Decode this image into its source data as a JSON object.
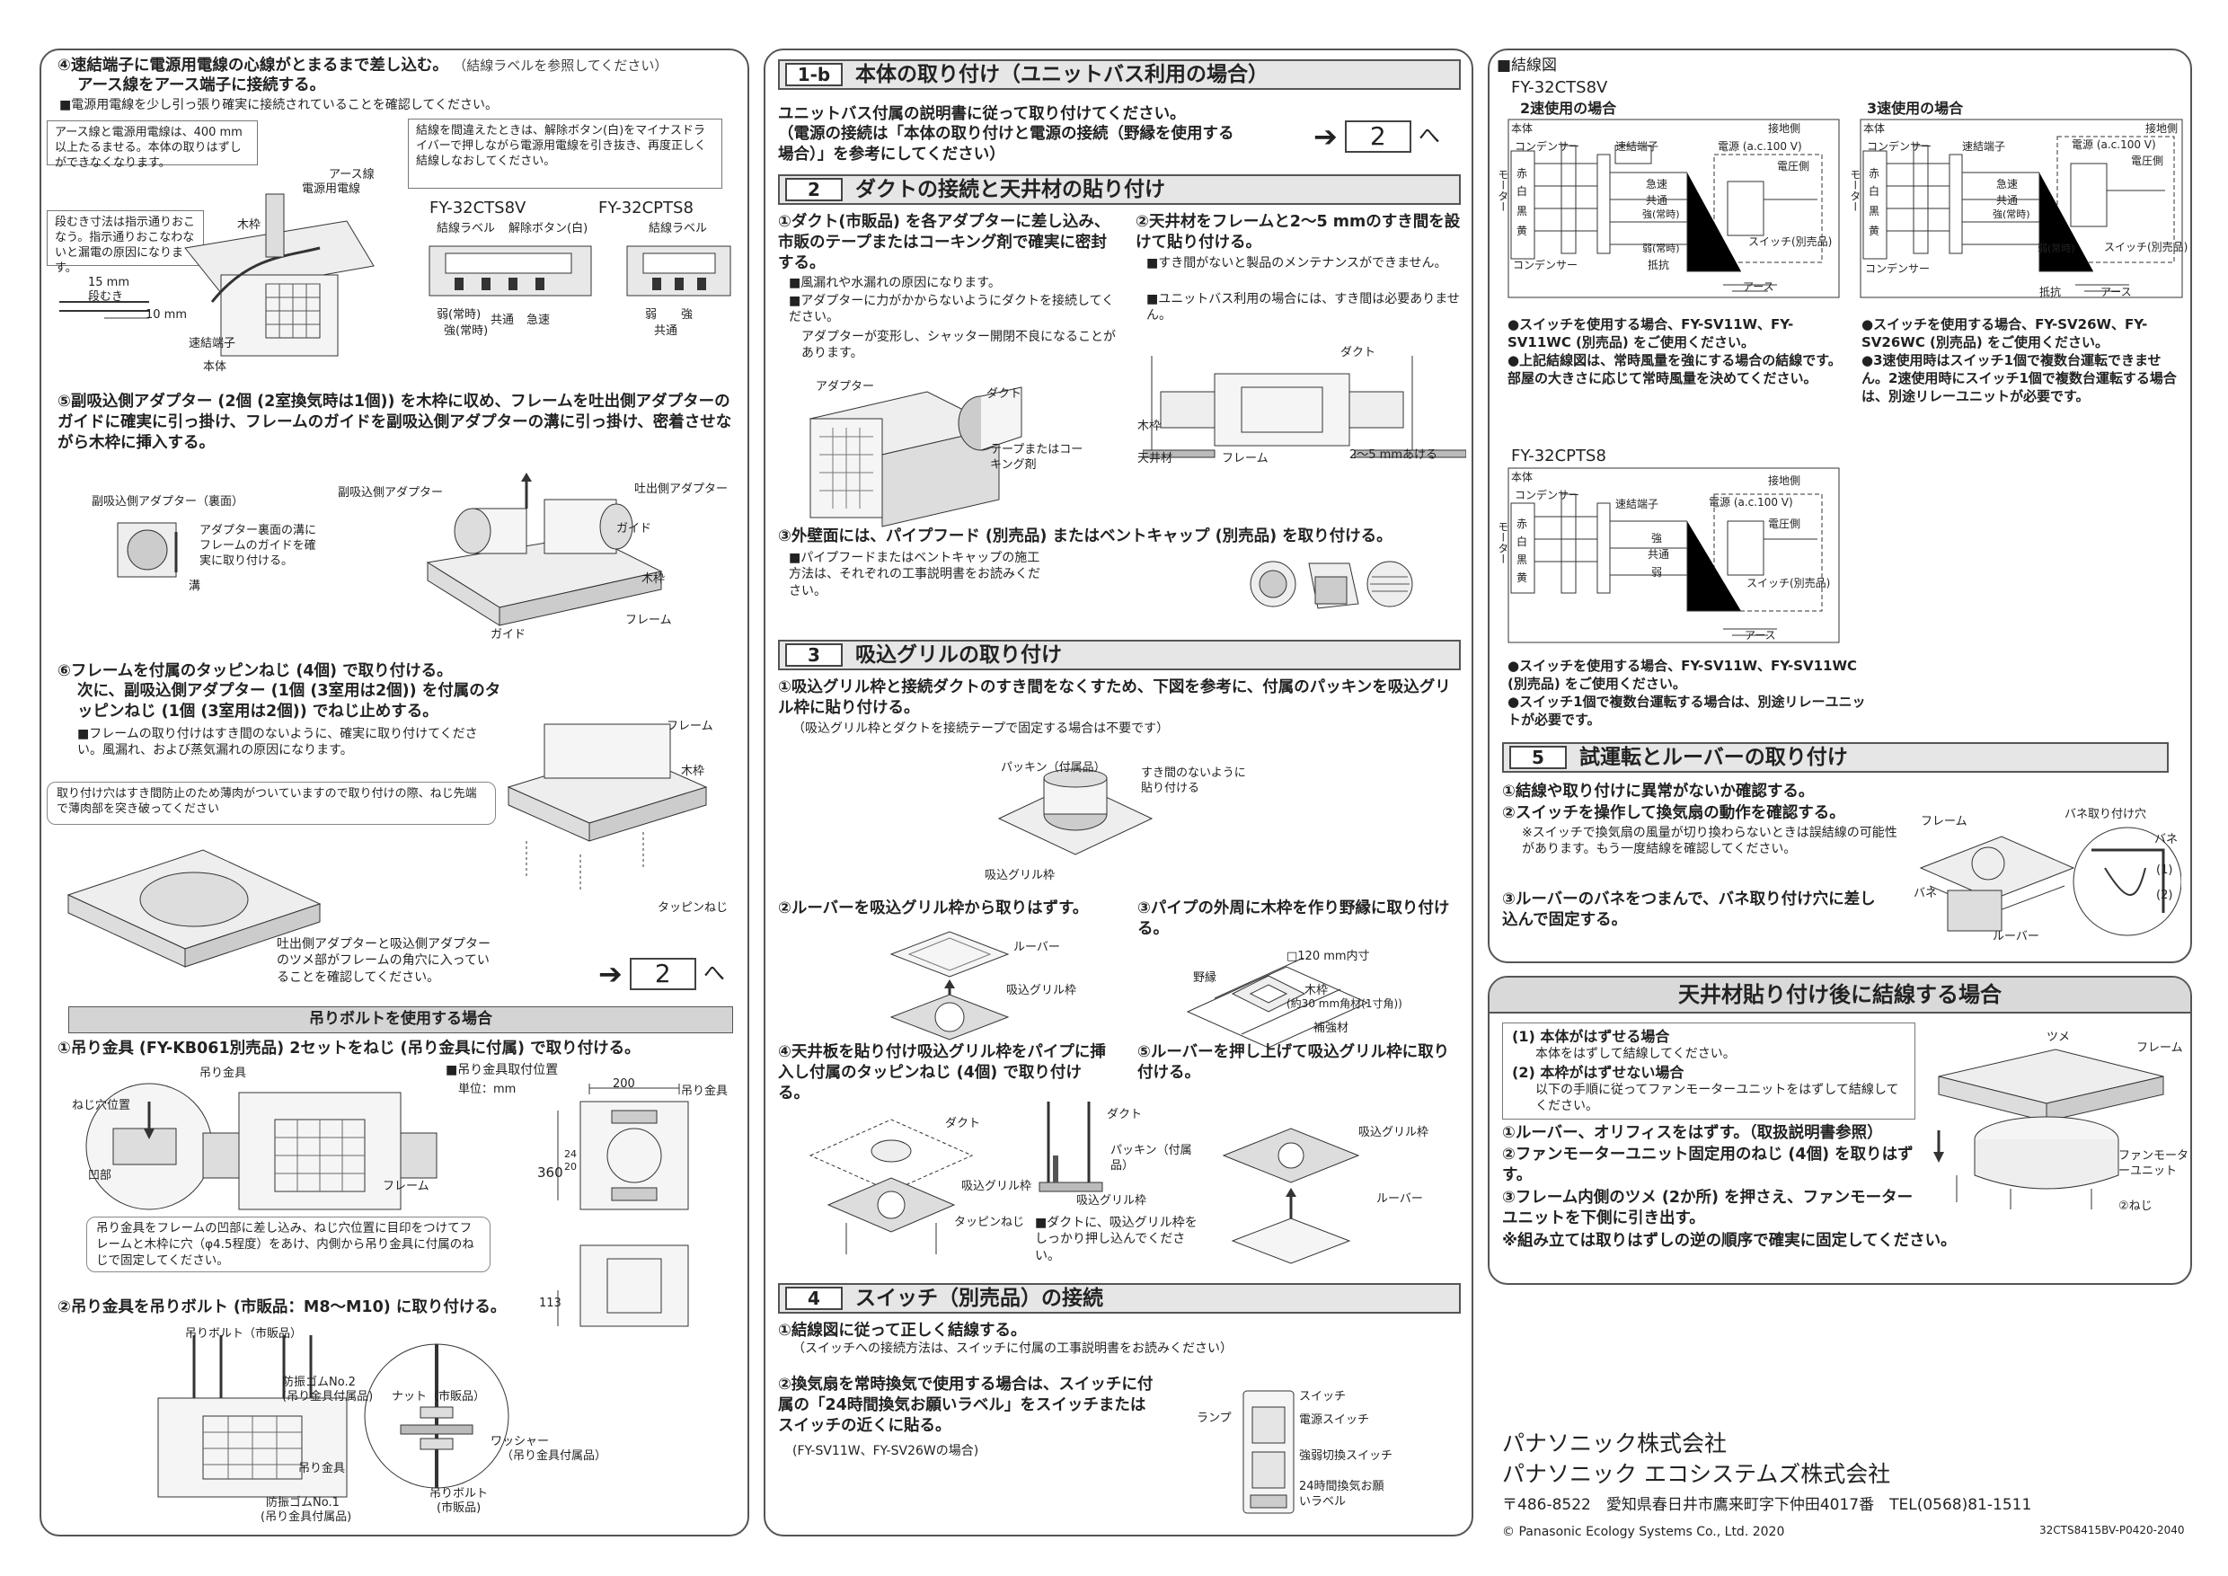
{
  "left": {
    "step4_line1": "④速結端子に電源用電線の心線がとまるまで差し込む。",
    "step4_ref": "（結線ラベルを参照してください）",
    "step4_line2": "アース線をアース端子に接続する。",
    "step4_note": "■電源用電線を少し引っ張り確実に接続されていることを確認してください。",
    "box_a": "アース線と電源用電線は、400 mm以上たるませる。本体の取りはずしができなくなります。",
    "box_b": "結線を間違えたときは、解除ボタン(白)をマイナスドライバーで押しながら電源用電線を引き抜き、再度正しく結線しなおしてください。",
    "box_c": "段むき寸法は指示通りおこなう。指示通りおこなわないと漏電の原因になります。",
    "lbl_earth": "アース線",
    "lbl_power": "電源用電線",
    "lbl_kiwaku": "木枠",
    "lbl_15mm": "15 mm",
    "lbl_danmuki": "段むき",
    "lbl_10mm": "10 mm",
    "lbl_sokketsu": "速結端子",
    "lbl_hontai": "本体",
    "model1": "FY-32CTS8V",
    "model2": "FY-32CPTS8",
    "lbl_label1": "結線ラベル",
    "lbl_release": "解除ボタン(白)",
    "lbl_label2": "結線ラベル",
    "lbl_weak_normal": "弱(常時)",
    "lbl_strong_normal": "強(常時)",
    "lbl_common": "共通",
    "lbl_rapid": "急速",
    "lbl_weak": "弱",
    "lbl_strong": "強",
    "lbl_common2": "共通",
    "step5": "⑤副吸込側アダプター (2個 (2室換気時は1個)) を木枠に収め、フレームを吐出側アダプターのガイドに確実に引っ掛け、フレームのガイドを副吸込側アダプターの溝に引っ掛け、密着させながら木枠に挿入する。",
    "lbl_sub_adapter": "副吸込側アダプター（裏面）",
    "lbl_sub_adapter_note": "アダプター裏面の溝にフレームのガイドを確実に取り付ける。",
    "lbl_mizo": "溝",
    "lbl_sub_adapter2": "副吸込側アダプター",
    "lbl_outlet_adapter": "吐出側アダプター",
    "lbl_guide": "ガイド",
    "lbl_kiwaku2": "木枠",
    "lbl_frame": "フレーム",
    "lbl_guide2": "ガイド",
    "step6_line1": "⑥フレームを付属のタッピンねじ (4個) で取り付ける。",
    "step6_line2": "次に、副吸込側アダプター (1個 (3室用は2個)) を付属のタッピンねじ (1個 (3室用は2個)) でねじ止めする。",
    "step6_note": "■フレームの取り付けはすき間のないように、確実に取り付けてください。風漏れ、および蒸気漏れの原因になります。",
    "step6_box": "取り付け穴はすき間防止のため薄肉がついていますので取り付けの際、ねじ先端で薄肉部を突き破ってください",
    "lbl_frame2": "フレーム",
    "lbl_kiwaku3": "木枠",
    "lbl_tapping": "タッピンねじ",
    "step6_note2": "吐出側アダプターと吸込側アダプターのツメ部がフレームの角穴に入っていることを確認してください。",
    "goto_num": "2",
    "goto_he": "へ",
    "bolt_bar": "吊りボルトを使用する場合",
    "bolt1": "①吊り金具 (FY-KB061別売品) 2セットをねじ (吊り金具に付属) で取り付ける。",
    "lbl_tsurikanagu": "吊り金具",
    "lbl_neji_ana": "ねじ穴位置",
    "lbl_oubu": "凹部",
    "lbl_frame3": "フレーム",
    "bolt_pos_title": "■吊り金具取付位置",
    "bolt_unit": "単位：mm",
    "dim_200": "200",
    "dim_360": "360",
    "dim_24": "24",
    "dim_20": "20",
    "dim_113": "113",
    "lbl_tsurikanagu2": "吊り金具",
    "bolt_box": "吊り金具をフレームの凹部に差し込み、ねじ穴位置に目印をつけてフレームと木枠に穴（φ4.5程度）をあけ、内側から吊り金具に付属のねじで固定してください。",
    "bolt2": "②吊り金具を吊りボルト (市販品：M8〜M10) に取り付ける。",
    "lbl_tsuribolt": "吊りボルト（市販品）",
    "lbl_boushin2": "防振ゴムNo.2",
    "lbl_boushin2b": "(吊り金具付属品)",
    "lbl_nut": "ナット（市販品）",
    "lbl_washer": "ワッシャー",
    "lbl_washer2": "（吊り金具付属品）",
    "lbl_tsurikanagu3": "吊り金具",
    "lbl_boushin1": "防振ゴムNo.1",
    "lbl_boushin1b": "(吊り金具付属品)",
    "lbl_tsuribolt2": "吊りボルト",
    "lbl_tsuribolt2b": "(市販品)"
  },
  "middle": {
    "s1b_num": "1-b",
    "s1b_title": "本体の取り付け（ユニットバス利用の場合）",
    "s1b_text1": "ユニットバス付属の説明書に従って取り付けてください。",
    "s1b_text2": "（電源の接続は「本体の取り付けと電源の接続（野縁を使用する場合）」を参考にしてください）",
    "goto_num": "2",
    "goto_he": "へ",
    "s2_num": "2",
    "s2_title": "ダクトの接続と天井材の貼り付け",
    "s2_1": "①ダクト(市販品) を各アダプターに差し込み、市販のテープまたはコーキング剤で確実に密封する。",
    "s2_1_n1": "■風漏れや水漏れの原因になります。",
    "s2_1_n2": "■アダプターに力がかからないようにダクトを接続してください。",
    "s2_1_n3": "アダプターが変形し、シャッター開閉不良になることがあります。",
    "lbl_adapter": "アダプター",
    "lbl_duct": "ダクト",
    "lbl_tape": "テープまたはコーキング剤",
    "s2_2": "②天井材をフレームと2〜5 mmのすき間を設けて貼り付ける。",
    "s2_2_n1": "■すき間がないと製品のメンテナンスができません。",
    "s2_2_n2": "■ユニットバス利用の場合には、すき間は必要ありません。",
    "lbl_duct2": "ダクト",
    "lbl_kiwaku": "木枠",
    "lbl_tenjou": "天井材",
    "lbl_frame": "フレーム",
    "lbl_gap": "2〜5 mmあける",
    "s2_3": "③外壁面には、パイプフード (別売品) またはベントキャップ (別売品) を取り付ける。",
    "s2_3_n": "■パイプフードまたはベントキャップの施工方法は、それぞれの工事説明書をお読みください。",
    "s3_num": "3",
    "s3_title": "吸込グリルの取り付け",
    "s3_1": "①吸込グリル枠と接続ダクトのすき間をなくすため、下図を参考に、付属のパッキンを吸込グリル枠に貼り付ける。",
    "s3_1_n": "（吸込グリル枠とダクトを接続テープで固定する場合は不要です）",
    "lbl_packing": "パッキン（付属品）",
    "lbl_nogap": "すき間のないように貼り付ける",
    "lbl_grillframe": "吸込グリル枠",
    "s3_2": "②ルーバーを吸込グリル枠から取りはずす。",
    "lbl_louver": "ルーバー",
    "lbl_grillframe2": "吸込グリル枠",
    "s3_3": "③パイプの外周に木枠を作り野縁に取り付ける。",
    "lbl_120": "□120 mm内寸",
    "lbl_noen": "野縁",
    "lbl_kiwaku2": "木枠",
    "lbl_kiwaku_size": "(約30 mm角材(1寸角))",
    "lbl_hokyou": "補強材",
    "s3_4": "④天井板を貼り付け吸込グリル枠をパイプに挿入し付属のタッピンねじ (4個) で取り付ける。",
    "lbl_duct3": "ダクト",
    "lbl_grillframe3": "吸込グリル枠",
    "lbl_tapping": "タッピンねじ",
    "lbl_duct4": "ダクト",
    "lbl_packing2": "パッキン（付属品）",
    "lbl_grillframe4": "吸込グリル枠",
    "s3_4_n": "■ダクトに、吸込グリル枠をしっかり押し込んでください。",
    "s3_5": "⑤ルーバーを押し上げて吸込グリル枠に取り付ける。",
    "lbl_grillframe5": "吸込グリル枠",
    "lbl_louver2": "ルーバー",
    "s4_num": "4",
    "s4_title": "スイッチ（別売品）の接続",
    "s4_1": "①結線図に従って正しく結線する。",
    "s4_1_n": "（スイッチへの接続方法は、スイッチに付属の工事説明書をお読みください）",
    "s4_2": "②換気扇を常時換気で使用する場合は、スイッチに付属の「24時間換気お願いラベル」をスイッチまたはスイッチの近くに貼る。",
    "s4_2_n": "(FY-SV11W、FY-SV26Wの場合)",
    "lbl_switch": "スイッチ",
    "lbl_lamp": "ランプ",
    "lbl_power_sw": "電源スイッチ",
    "lbl_strongweak_sw": "強弱切換スイッチ",
    "lbl_24h": "24時間換気お願いラベル"
  },
  "right": {
    "wiring_title": "■結線図",
    "model1": "FY-32CTS8V",
    "two_speed": "2速使用の場合",
    "three_speed": "3速使用の場合",
    "w_hontai": "本体",
    "w_condenser": "コンデンサー",
    "w_sokketsu": "速結端子",
    "w_earth_side": "接地側",
    "w_power": "電源 (a.c.100 V)",
    "w_volt_side": "電圧側",
    "w_rapid": "急速",
    "w_common": "共通",
    "w_strong_normal": "強(常時)",
    "w_weak_normal": "弱(常時)",
    "w_resistor": "抵抗",
    "w_switch": "スイッチ(別売品)",
    "w_earth": "アース",
    "w_motor": "モーター",
    "w_red": "赤",
    "w_white": "白",
    "w_black": "黒",
    "w_yellow": "黄",
    "note_2speed_1": "●スイッチを使用する場合、FY-SV11W、FY-SV11WC (別売品) をご使用ください。",
    "note_2speed_2": "●上記結線図は、常時風量を強にする場合の結線です。部屋の大きさに応じて常時風量を決めてください。",
    "note_3speed_1": "●スイッチを使用する場合、FY-SV26W、FY-SV26WC (別売品) をご使用ください。",
    "note_3speed_2": "●3速使用時はスイッチ1個で複数台運転できません。2速使用時にスイッチ1個で複数台運転する場合は、別途リレーユニットが必要です。",
    "model2": "FY-32CPTS8",
    "w_strong": "強",
    "w_weak": "弱",
    "note_cpts_1": "●スイッチを使用する場合、FY-SV11W、FY-SV11WC (別売品) をご使用ください。",
    "note_cpts_2": "●スイッチ1個で複数台運転する場合は、別途リレーユニットが必要です。",
    "s5_num": "5",
    "s5_title": "試運転とルーバーの取り付け",
    "s5_1": "①結線や取り付けに異常がないか確認する。",
    "s5_2": "②スイッチを操作して換気扇の動作を確認する。",
    "s5_2_n": "※スイッチで換気扇の風量が切り換わらないときは誤結線の可能性があります。もう一度結線を確認してください。",
    "s5_3": "③ルーバーのバネをつまんで、バネ取り付け穴に差し込んで固定する。",
    "lbl_frame": "フレーム",
    "lbl_spring_hole": "バネ取り付け穴",
    "lbl_spring": "バネ",
    "lbl_1": "(1)",
    "lbl_2": "(2)",
    "lbl_spring2": "バネ",
    "lbl_louver": "ルーバー",
    "after_title": "天井材貼り付け後に結線する場合",
    "after_box1": "(1) 本体がはずせる場合",
    "after_box1n": "本体をはずして結線してください。",
    "after_box2": "(2) 本枠がはずせない場合",
    "after_box2n": "以下の手順に従ってファンモーターユニットをはずして結線してください。",
    "after_1": "①ルーバー、オリフィスをはずす。（取扱説明書参照）",
    "after_2": "②ファンモーターユニット固定用のねじ (4個) を取りはずす。",
    "after_3": "③フレーム内側のツメ (2か所) を押さえ、ファンモーターユニットを下側に引き出す。",
    "after_4": "※組み立ては取りはずしの逆の順序で確実に固定してください。",
    "lbl_tsume": "ツメ",
    "lbl_frame2": "フレーム",
    "lbl_fanmotor": "ファンモーターユニット",
    "lbl_neji": "②ねじ",
    "company1": "パナソニック株式会社",
    "company2": "パナソニック エコシステムズ株式会社",
    "address": "〒486-8522　愛知県春日井市鷹来町字下仲田4017番　TEL(0568)81-1511",
    "copyright": "© Panasonic Ecology Systems Co., Ltd. 2020",
    "code": "32CTS8415BV-P0420-2040"
  }
}
